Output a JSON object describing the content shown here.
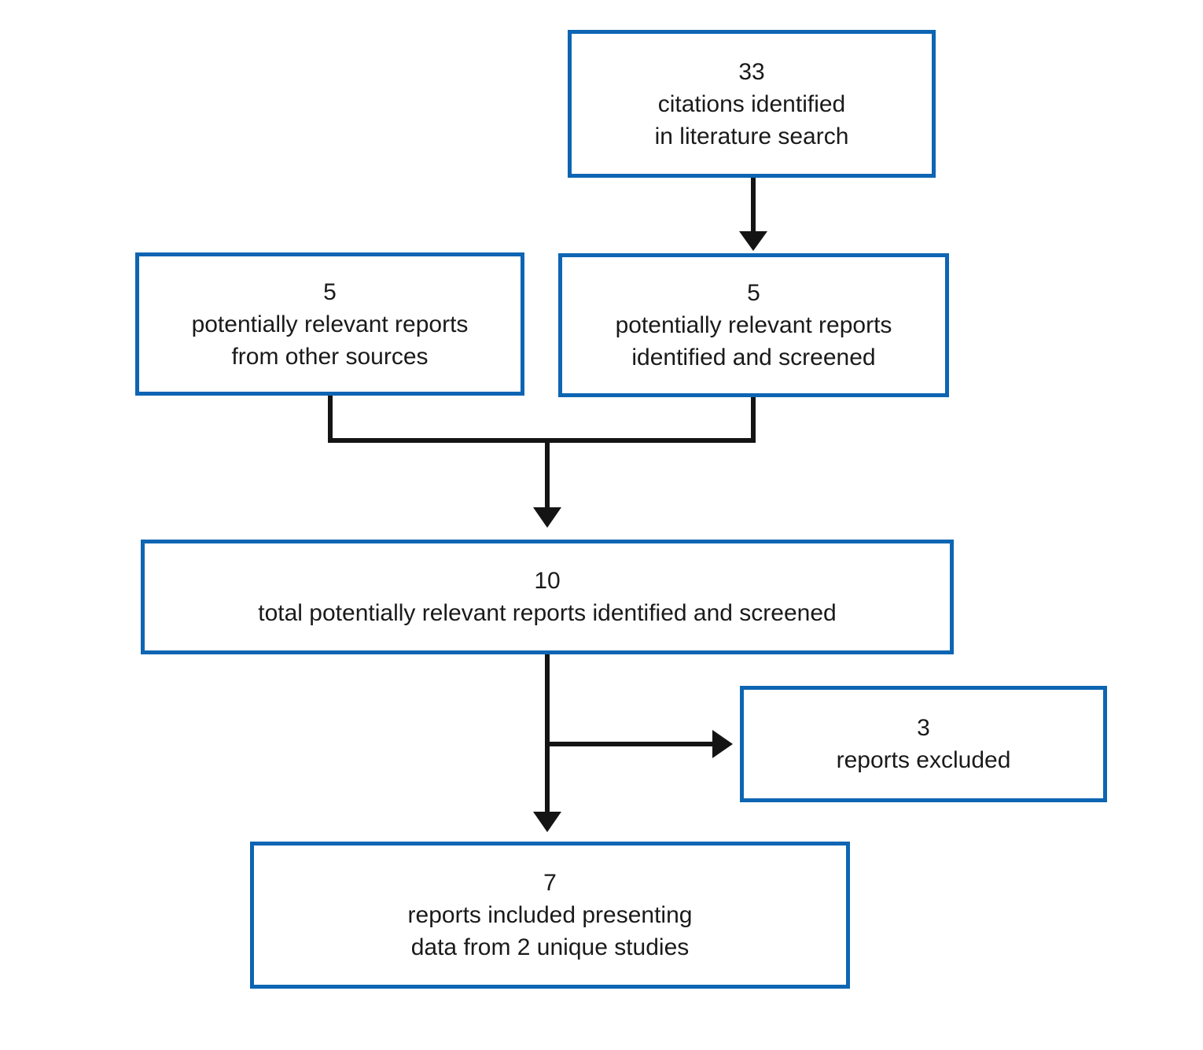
{
  "diagram": {
    "type": "flowchart",
    "description": "Literature search and study selection flow diagram",
    "colors": {
      "box_border": "#0d65b3",
      "box_fill": "#ffffff",
      "connector": "#141414",
      "text": "#1a1a1a",
      "background": "#ffffff"
    },
    "boxes": {
      "citations": {
        "lines": [
          "33",
          "citations identified",
          "in literature search"
        ]
      },
      "other_sources": {
        "lines": [
          "5",
          "potentially relevant reports",
          "from other sources"
        ]
      },
      "identified_screened": {
        "lines": [
          "5",
          "potentially relevant reports",
          "identified and screened"
        ]
      },
      "total_screened": {
        "lines": [
          "10",
          "total potentially relevant reports identified and screened"
        ]
      },
      "excluded": {
        "lines": [
          "3",
          "reports excluded"
        ]
      },
      "included": {
        "lines": [
          "7",
          "reports included presenting",
          "data from 2 unique studies"
        ]
      }
    }
  }
}
